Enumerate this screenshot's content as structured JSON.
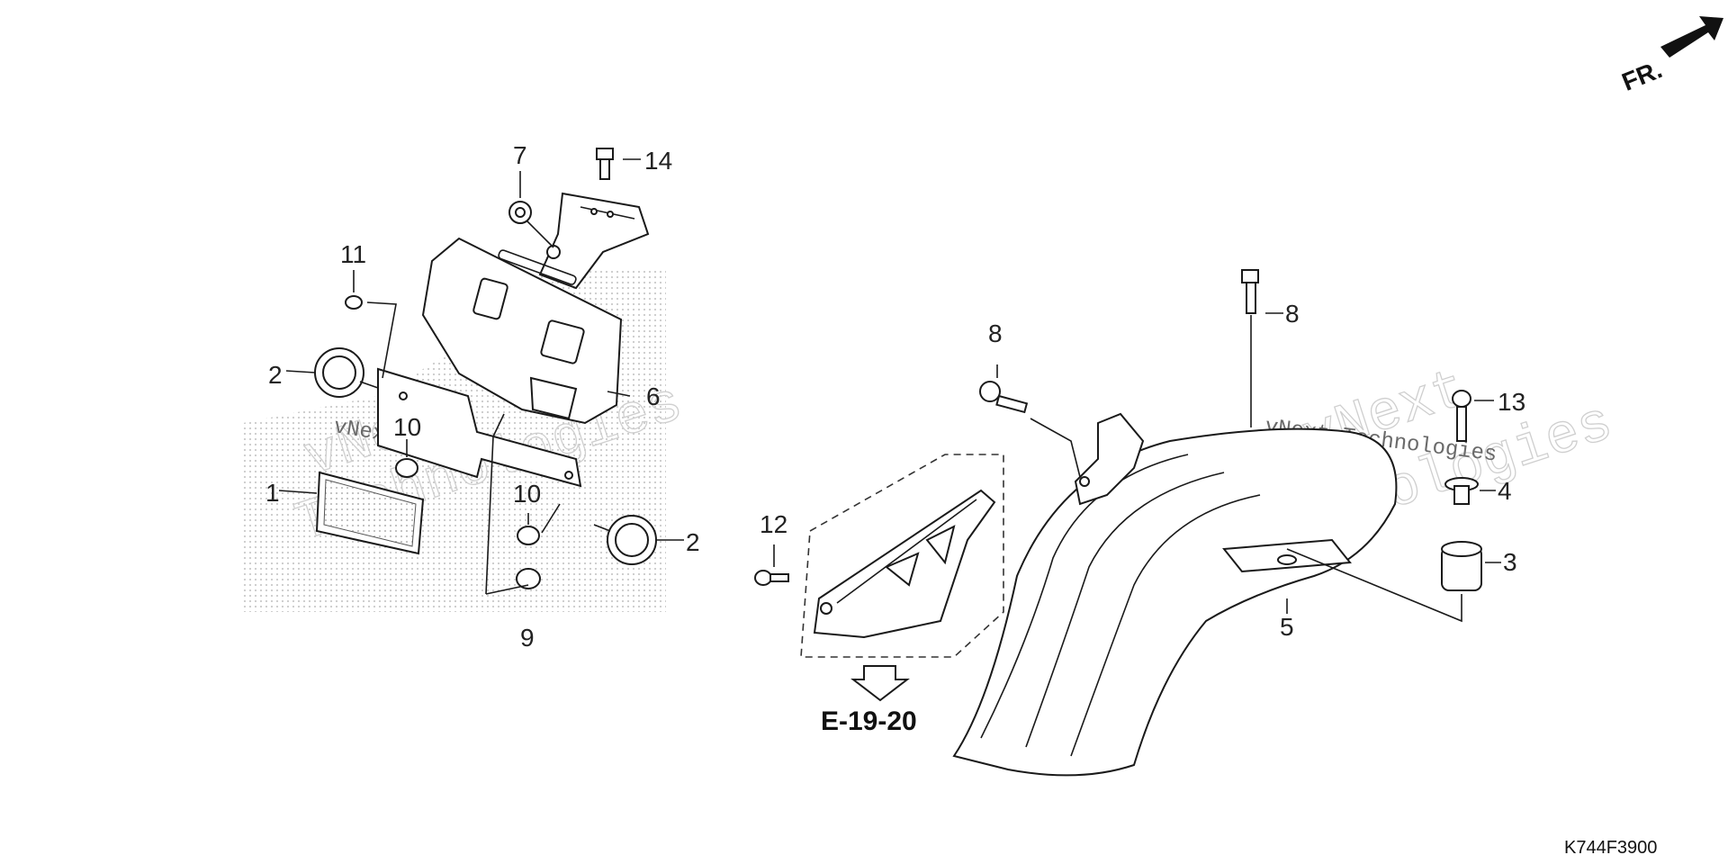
{
  "direction_label": "FR.",
  "watermark": {
    "line1": "vNext",
    "line2": "Technologies",
    "small": "vNext Technologies"
  },
  "reference": "E-19-20",
  "figure_code": "K744F3900",
  "callouts": {
    "c1": "1",
    "c2a": "2",
    "c2b": "2",
    "c3": "3",
    "c4": "4",
    "c5": "5",
    "c6": "6",
    "c7": "7",
    "c8a": "8",
    "c8b": "8",
    "c9": "9",
    "c10a": "10",
    "c10b": "10",
    "c11": "11",
    "c12": "12",
    "c13": "13",
    "c14": "14"
  }
}
